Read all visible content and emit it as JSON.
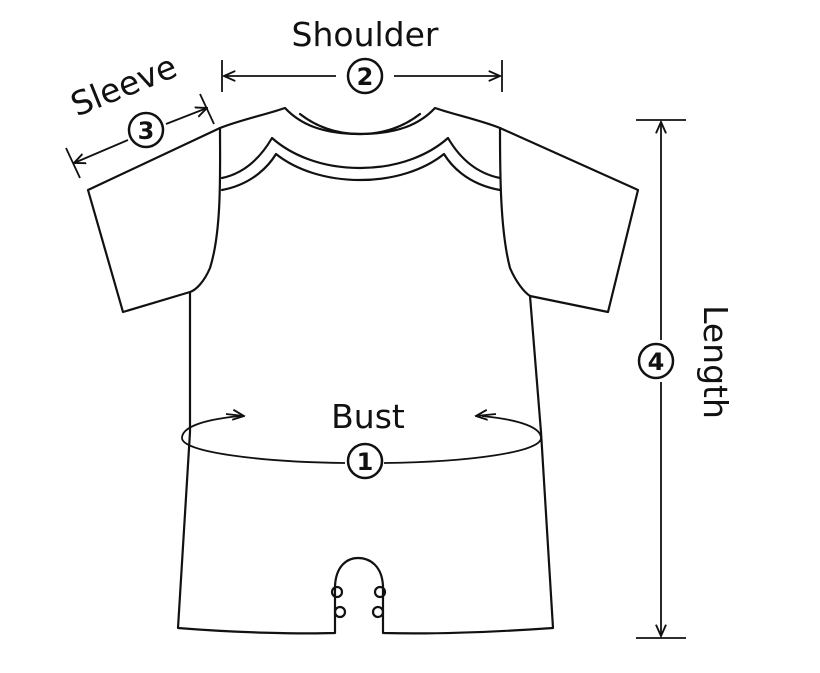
{
  "measurements": [
    {
      "number": "1",
      "label": "Bust"
    },
    {
      "number": "2",
      "label": "Shoulder"
    },
    {
      "number": "3",
      "label": "Sleeve"
    },
    {
      "number": "4",
      "label": "Length"
    }
  ],
  "colors": {
    "ink": "#111111",
    "background": "#ffffff"
  }
}
